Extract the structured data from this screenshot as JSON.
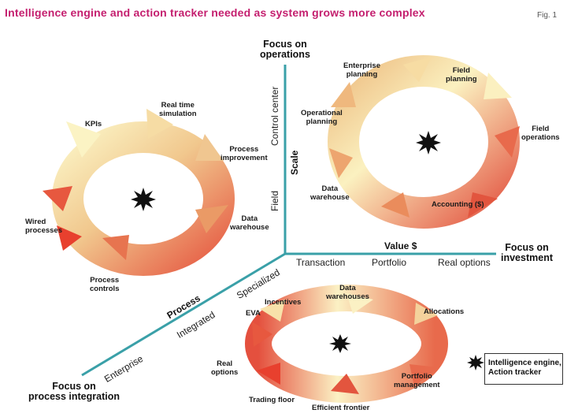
{
  "title": "Intelligence engine and action tracker needed as system grows more complex",
  "fig_label": "Fig. 1",
  "axes": {
    "operations": {
      "title_line1": "Focus on",
      "title_line2": "operations",
      "tick_top": "Control center",
      "tick_bottom": "Field",
      "scale_label": "Scale"
    },
    "investment": {
      "title_line1": "Focus on",
      "title_line2": "investment",
      "value_label": "Value $",
      "tick_1": "Transaction",
      "tick_2": "Portfolio",
      "tick_3": "Real options"
    },
    "process": {
      "title_line1": "Focus on",
      "title_line2": "process integration",
      "process_label": "Process",
      "tick_1": "Specialized",
      "tick_2": "Integrated",
      "tick_3": "Enterprise"
    }
  },
  "cycles": {
    "process_cycle": {
      "kpis": "KPIs",
      "realtime_1": "Real time",
      "realtime_2": "simulation",
      "improve_1": "Process",
      "improve_2": "improvement",
      "dw_1": "Data",
      "dw_2": "warehouse",
      "controls_1": "Process",
      "controls_2": "controls",
      "wired_1": "Wired",
      "wired_2": "processes"
    },
    "operations_cycle": {
      "ent_1": "Enterprise",
      "ent_2": "planning",
      "field_plan_1": "Field",
      "field_plan_2": "planning",
      "field_ops_1": "Field",
      "field_ops_2": "operations",
      "accounting": "Accounting ($)",
      "dw_1": "Data",
      "dw_2": "warehouse",
      "op_plan_1": "Operational",
      "op_plan_2": "planning"
    },
    "investment_cycle": {
      "incentives": "Incentives",
      "dws_1": "Data",
      "dws_2": "warehouses",
      "allocations": "Allocations",
      "portfolio_1": "Portfolio",
      "portfolio_2": "management",
      "efficient": "Efficient frontier",
      "trading": "Trading floor",
      "real_1": "Real",
      "real_2": "options",
      "eva": "EVA"
    }
  },
  "legend": {
    "line1": "Intelligence engine,",
    "line2": "Action tracker"
  },
  "colors": {
    "title": "#c41e6e",
    "axis": "#3aa0a8",
    "ring_light": "#f8ecb0",
    "ring_mid": "#eebf86",
    "ring_dark": "#e8664a",
    "arrow_red": "#e83c2c"
  }
}
